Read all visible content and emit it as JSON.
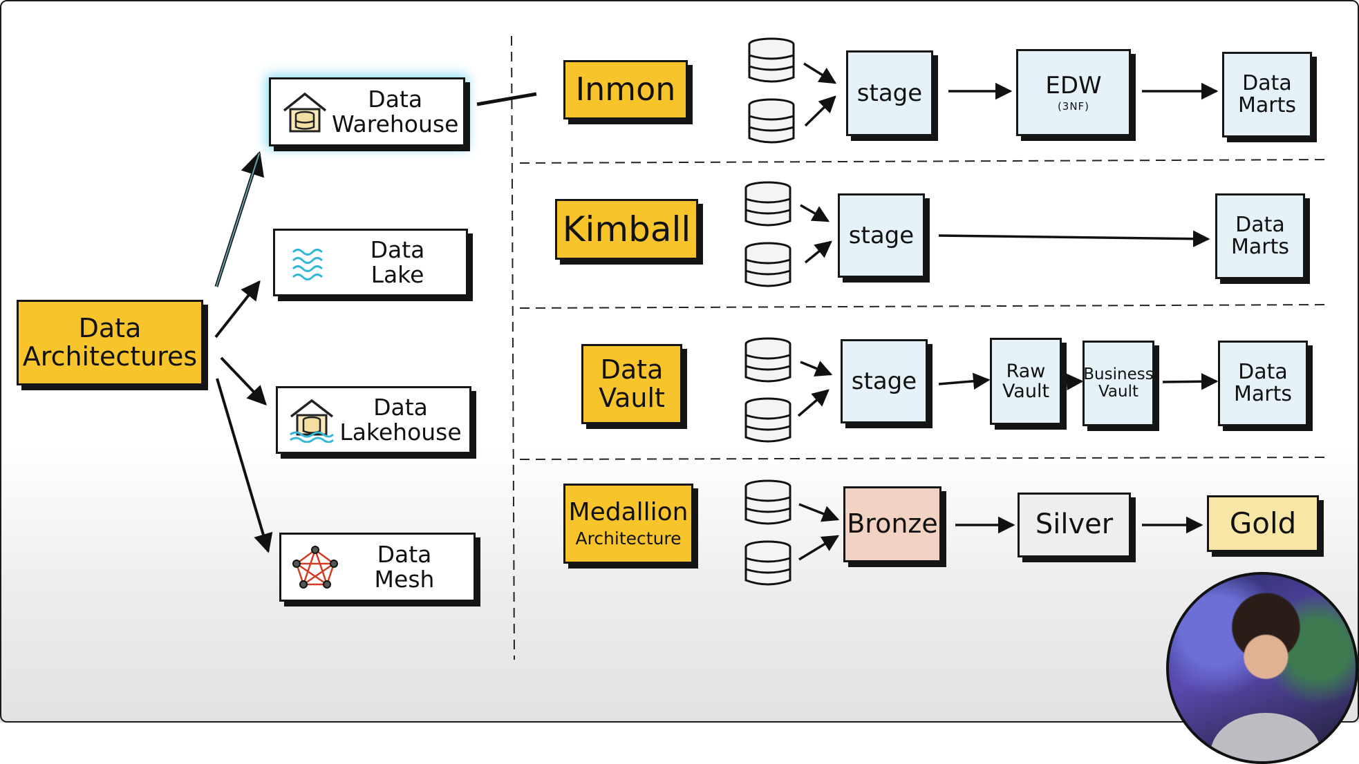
{
  "root": {
    "title": "Data\nArchitectures"
  },
  "categories": [
    {
      "title": "Data\nWarehouse",
      "icon": "warehouse-icon"
    },
    {
      "title": "Data\nLake",
      "icon": "waves-icon"
    },
    {
      "title": "Data\nLakehouse",
      "icon": "lakehouse-icon"
    },
    {
      "title": "Data\nMesh",
      "icon": "mesh-network-icon"
    }
  ],
  "approaches": [
    {
      "name": "Inmon",
      "sources": [
        "database-icon",
        "database-icon"
      ],
      "steps": [
        {
          "title": "stage",
          "subtitle": ""
        },
        {
          "title": "EDW",
          "subtitle": "(3NF)"
        },
        {
          "title": "Data\nMarts",
          "subtitle": ""
        }
      ]
    },
    {
      "name": "Kimball",
      "sources": [
        "database-icon",
        "database-icon"
      ],
      "steps": [
        {
          "title": "stage",
          "subtitle": ""
        },
        {
          "title": "Data\nMarts",
          "subtitle": ""
        }
      ]
    },
    {
      "name": "Data\nVault",
      "sources": [
        "database-icon",
        "database-icon"
      ],
      "steps": [
        {
          "title": "stage",
          "subtitle": ""
        },
        {
          "title": "Raw\nVault",
          "subtitle": ""
        },
        {
          "title": "Business\nVault",
          "subtitle": ""
        },
        {
          "title": "Data\nMarts",
          "subtitle": ""
        }
      ]
    },
    {
      "name": "Medallion",
      "subtitle": "Architecture",
      "sources": [
        "database-icon",
        "database-icon"
      ],
      "steps": [
        {
          "title": "Bronze",
          "subtitle": ""
        },
        {
          "title": "Silver",
          "subtitle": ""
        },
        {
          "title": "Gold",
          "subtitle": ""
        }
      ]
    }
  ],
  "colors": {
    "yellow": "#f8c42b",
    "stage_blue": "#e5f3f9",
    "bronze": "#f2d2c2",
    "silver": "#eeeeee",
    "gold": "#f8e6a7",
    "highlight_glow": "#8fdcf2"
  },
  "highlighted_category": "Data\nWarehouse",
  "overlay": {
    "icon": "presenter-webcam"
  }
}
